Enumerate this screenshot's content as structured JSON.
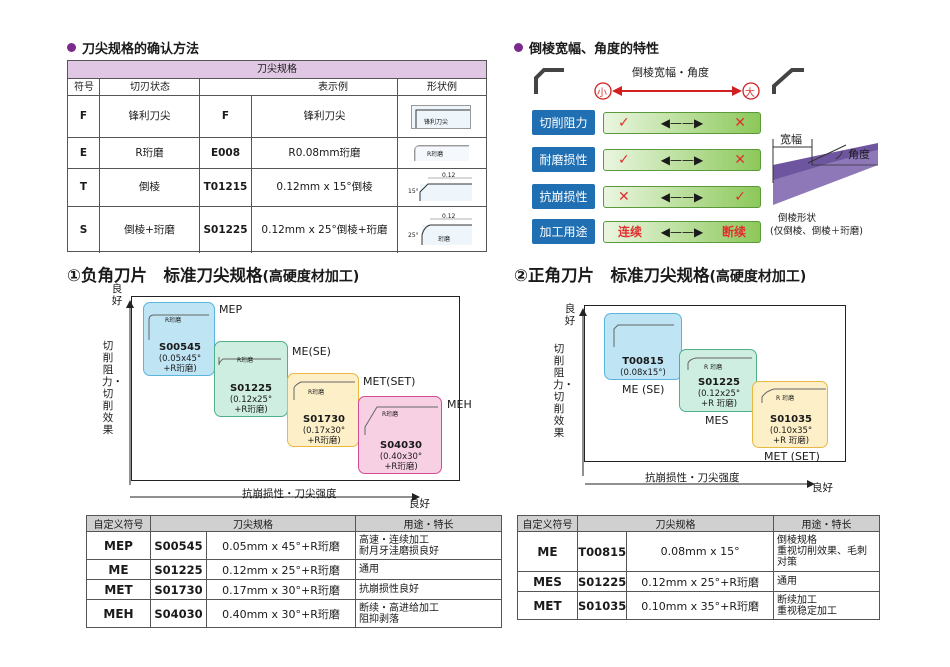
{
  "left_section": {
    "title": "刀尖规格的确认方法",
    "table": {
      "group_header": "刀尖规格",
      "headers": [
        "符号",
        "切刃状态",
        "表示例",
        "形状例"
      ],
      "rows": [
        {
          "sym": "F",
          "state": "锋利刀尖",
          "code": "F",
          "desc": "锋利刀尖",
          "shape_label": "锋利刀尖"
        },
        {
          "sym": "E",
          "state": "R珩磨",
          "code": "E008",
          "desc": "R0.08mm珩磨",
          "shape_label": "R珩磨"
        },
        {
          "sym": "T",
          "state": "倒棱",
          "code": "T01215",
          "desc": "0.12mm x 15°倒棱",
          "shape_label_a": "0.12",
          "shape_label_b": "15°"
        },
        {
          "sym": "S",
          "state": "倒棱+珩磨",
          "code": "S01225",
          "desc": "0.12mm x 25°倒棱+珩磨",
          "shape_label_a": "0.12",
          "shape_label_b": "25°",
          "shape_label_c": "珩磨"
        }
      ]
    }
  },
  "right_section": {
    "title": "倒棱宽幅、角度的特性",
    "scale_label": "倒棱宽幅・角度",
    "small": "小",
    "large": "大",
    "rows": [
      {
        "label": "切削阻力",
        "left": "✓",
        "right": "✕"
      },
      {
        "label": "耐磨损性",
        "left": "✓",
        "right": "✕"
      },
      {
        "label": "抗崩损性",
        "left": "✕",
        "right": "✓"
      },
      {
        "label": "加工用途",
        "left": "连续",
        "right": "断续"
      }
    ],
    "width_label": "宽幅",
    "angle_label": "角度",
    "shape_caption_1": "倒棱形状",
    "shape_caption_2": "(仅倒棱、倒棱＋珩磨)"
  },
  "neg": {
    "title": "①负角刀片　标准刀尖规格",
    "title_suffix": "(高硬度材加工)",
    "y_label_top": "良好",
    "y_label": "切削阻力・切削效果",
    "x_label": "抗崩损性・刀尖强度",
    "x_label_end": "良好",
    "zones": [
      {
        "name": "MEP",
        "code": "S00545",
        "sub1": "(0.05x45°",
        "sub2": "+R珩磨)",
        "mini": "R珩磨",
        "color": "#bfe4f4",
        "border": "#5ab4dc"
      },
      {
        "name": "ME(SE)",
        "code": "S01225",
        "sub1": "(0.12x25°",
        "sub2": "+R珩磨)",
        "mini": "R珩磨",
        "color": "#cdeee0",
        "border": "#4fb08a"
      },
      {
        "name": "MET(SET)",
        "code": "S01730",
        "sub1": "(0.17x30°",
        "sub2": "+R珩磨)",
        "mini": "R珩磨",
        "color": "#fdf0c8",
        "border": "#e8b840"
      },
      {
        "name": "MEH",
        "code": "S04030",
        "sub1": "(0.40x30°",
        "sub2": "+R珩磨)",
        "mini": "R珩磨",
        "color": "#f8d0e4",
        "border": "#d44a94"
      }
    ],
    "table": {
      "headers": [
        "自定义符号",
        "刀尖规格",
        "用途・特长"
      ],
      "rows": [
        {
          "sym": "MEP",
          "code": "S00545",
          "spec": "0.05mm x 45°+R珩磨",
          "use1": "高速・连续加工",
          "use2": "耐月牙洼磨损良好"
        },
        {
          "sym": "ME",
          "code": "S01225",
          "spec": "0.12mm x 25°+R珩磨",
          "use1": "通用",
          "use2": ""
        },
        {
          "sym": "MET",
          "code": "S01730",
          "spec": "0.17mm x 30°+R珩磨",
          "use1": "抗崩损性良好",
          "use2": ""
        },
        {
          "sym": "MEH",
          "code": "S04030",
          "spec": "0.40mm x 30°+R珩磨",
          "use1": "断续・高进给加工",
          "use2": "阻抑剥落"
        }
      ]
    }
  },
  "pos": {
    "title": "②正角刀片　标准刀尖规格",
    "title_suffix": "(高硬度材加工)",
    "y_label_top": "良好",
    "y_label": "切削阻力・切削效果",
    "x_label": "抗崩损性・刀尖强度",
    "x_label_end": "良好",
    "zones": [
      {
        "name": "ME (SE)",
        "code": "T00815",
        "sub1": "(0.08x15°)",
        "sub2": "",
        "mini": "",
        "color": "#bfe4f4",
        "border": "#5ab4dc"
      },
      {
        "name": "MES",
        "code": "S01225",
        "sub1": "(0.12x25°",
        "sub2": "+R 珩磨)",
        "mini": "R 珩磨",
        "color": "#cdeee0",
        "border": "#4fb08a"
      },
      {
        "name": "MET (SET)",
        "code": "S01035",
        "sub1": "(0.10x35°",
        "sub2": "+R 珩磨)",
        "mini": "R 珩磨",
        "color": "#fdf0c8",
        "border": "#e8b840"
      }
    ],
    "table": {
      "headers": [
        "自定义符号",
        "刀尖规格",
        "用途・特长"
      ],
      "rows": [
        {
          "sym": "ME",
          "code": "T00815",
          "spec": "0.08mm x 15°",
          "use1": "倒棱规格",
          "use2": "重视切削效果、毛刺",
          "use3": "对策"
        },
        {
          "sym": "MES",
          "code": "S01225",
          "spec": "0.12mm x 25°+R珩磨",
          "use1": "通用",
          "use2": "",
          "use3": ""
        },
        {
          "sym": "MET",
          "code": "S01035",
          "spec": "0.10mm x 35°+R珩磨",
          "use1": "断续加工",
          "use2": "重视稳定加工",
          "use3": ""
        }
      ]
    }
  }
}
